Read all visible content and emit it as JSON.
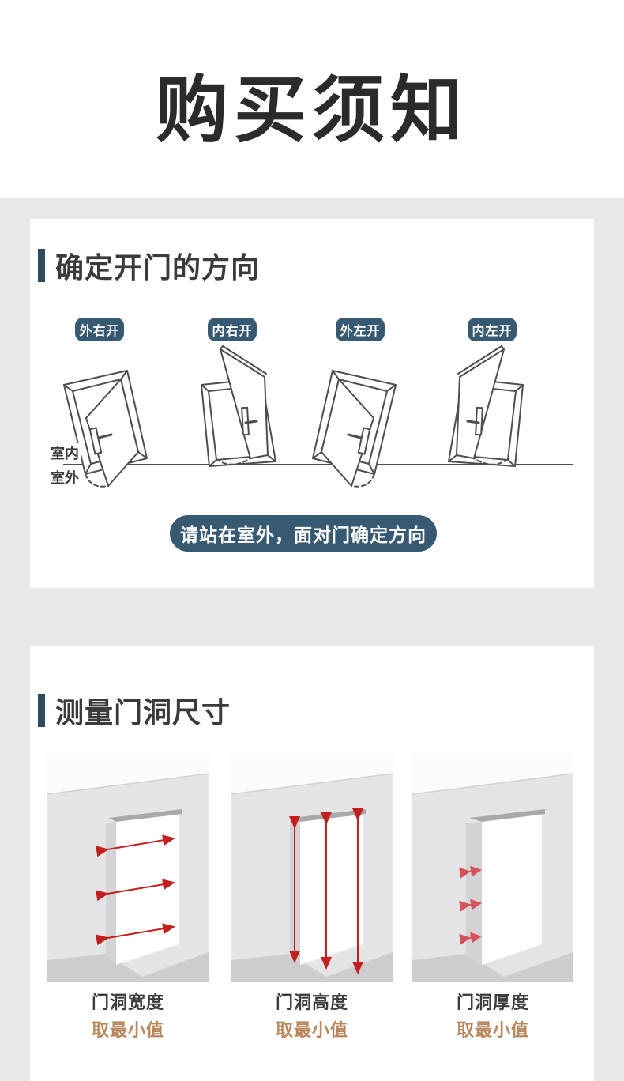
{
  "page": {
    "title": "购买须知"
  },
  "section_direction": {
    "heading": "确定开门的方向",
    "door_labels": [
      "外右开",
      "内右开",
      "外左开",
      "内左开"
    ],
    "indoor_label": "室内",
    "outdoor_label": "室外",
    "note": "请站在室外，面对门确定方向"
  },
  "section_measure": {
    "heading": "测量门洞尺寸",
    "items": [
      {
        "title": "门洞宽度",
        "subtitle": "取最小值"
      },
      {
        "title": "门洞高度",
        "subtitle": "取最小值"
      },
      {
        "title": "门洞厚度",
        "subtitle": "取最小值"
      }
    ]
  },
  "icons": {
    "door_diagrams": [
      "door-outward-right-icon",
      "door-inward-right-icon",
      "door-outward-left-icon",
      "door-inward-left-icon"
    ],
    "measure_diagrams": [
      "doorway-width-arrows-icon",
      "doorway-height-arrows-icon",
      "doorway-thickness-arrows-icon"
    ]
  },
  "colors": {
    "accent_blue": "#375a72",
    "heading_bar_blue": "#2d4b61",
    "page_gray": "#e9e9e9",
    "title_black": "#2b2b2b",
    "caption_gray": "#3d3d3d",
    "caption_brown": "#b9875d",
    "arrow_red": "#c41f1f",
    "arrow_pink": "#d8505a"
  }
}
